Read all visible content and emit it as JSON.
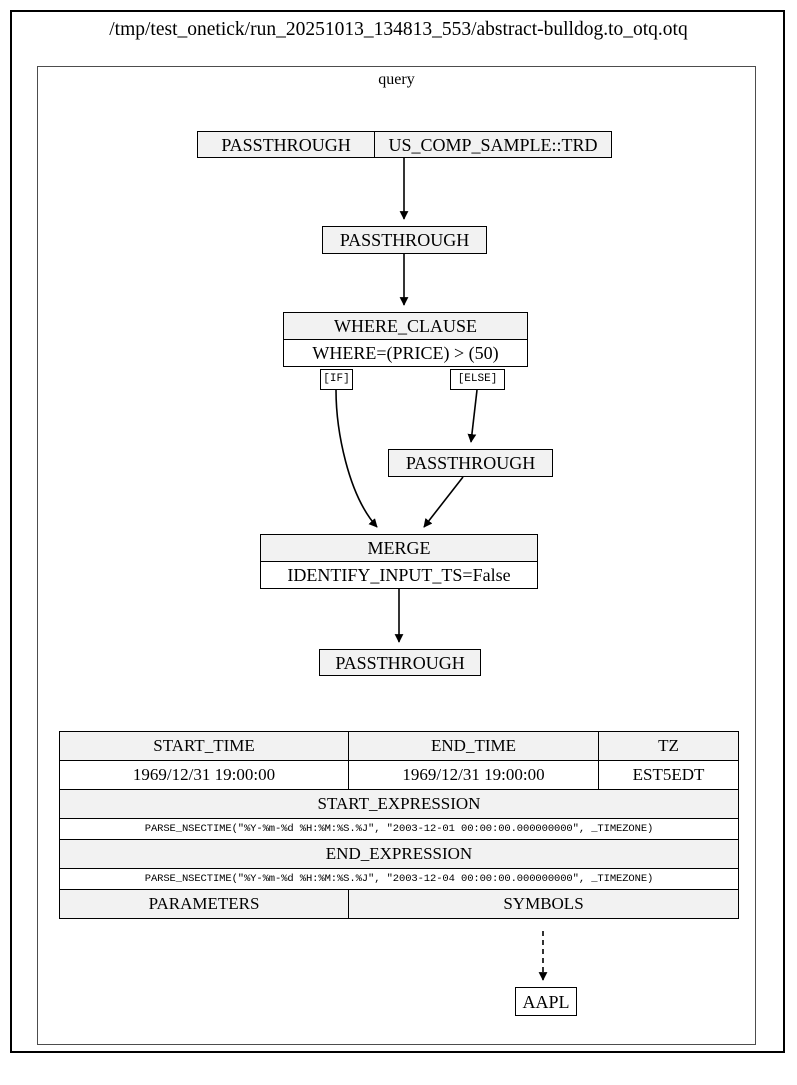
{
  "title": "/tmp/test_onetick/run_20251013_134813_553/abstract-bulldog.to_otq.otq",
  "cluster": {
    "label": "query"
  },
  "nodes": {
    "source": {
      "op": "PASSTHROUGH",
      "db": "US_COMP_SAMPLE::TRD"
    },
    "passthrough_2": {
      "label": "PASSTHROUGH"
    },
    "where_clause": {
      "title": "WHERE_CLAUSE",
      "param": "WHERE=(PRICE) > (50)"
    },
    "passthrough_else": {
      "label": "PASSTHROUGH"
    },
    "merge": {
      "title": "MERGE",
      "param": "IDENTIFY_INPUT_TS=False"
    },
    "passthrough_sink": {
      "label": "PASSTHROUGH"
    },
    "symbol": {
      "label": "AAPL"
    }
  },
  "edge_labels": {
    "if": "[IF]",
    "else": "[ELSE]"
  },
  "info_table": {
    "headers": {
      "start_time": "START_TIME",
      "end_time": "END_TIME",
      "tz": "TZ",
      "start_expression": "START_EXPRESSION",
      "end_expression": "END_EXPRESSION",
      "parameters": "PARAMETERS",
      "symbols": "SYMBOLS"
    },
    "values": {
      "start_time": "1969/12/31 19:00:00",
      "end_time": "1969/12/31 19:00:00",
      "tz": "EST5EDT",
      "start_expression": "PARSE_NSECTIME(\"%Y-%m-%d %H:%M:%S.%J\", \"2003-12-01 00:00:00.000000000\", _TIMEZONE)",
      "end_expression": "PARSE_NSECTIME(\"%Y-%m-%d %H:%M:%S.%J\", \"2003-12-04 00:00:00.000000000\", _TIMEZONE)"
    }
  },
  "colors": {
    "node_fill": "#f2f2f2",
    "node_stroke": "#000000",
    "cluster_stroke": "#4d4d4d",
    "background": "#ffffff"
  }
}
